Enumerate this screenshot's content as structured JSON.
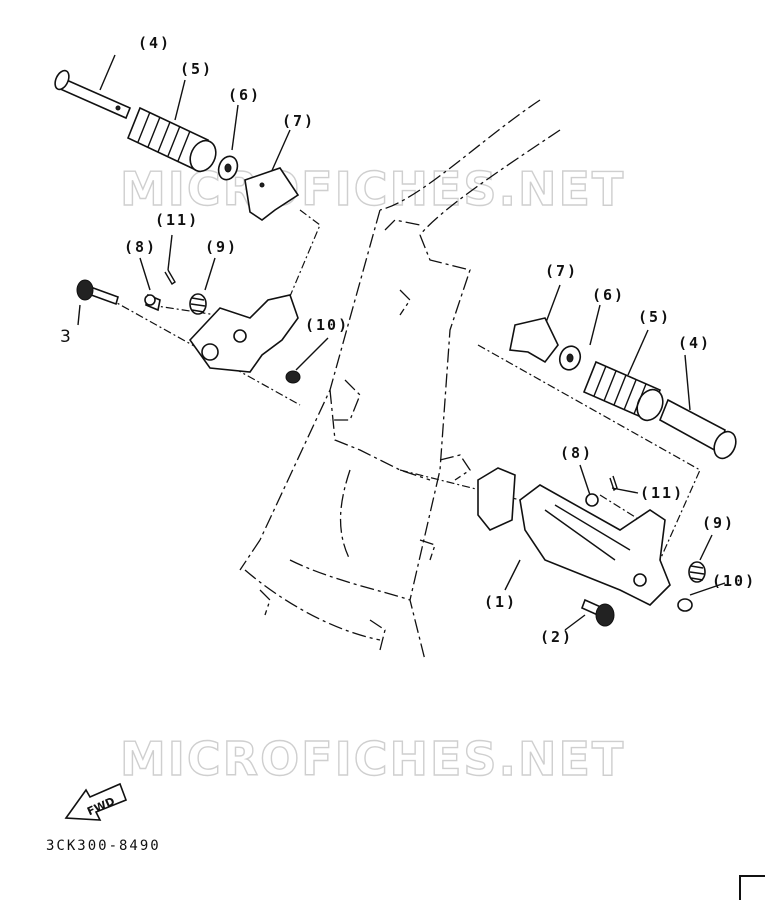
{
  "watermark": "MICROFICHES.NET",
  "diagram_code": "3CK300-8490",
  "fwd_label": "FWD",
  "labels": {
    "l4_top": "(4)",
    "l5_top": "(5)",
    "l6_top": "(6)",
    "l7_top": "(7)",
    "l11_left": "(11)",
    "l8_left": "(8)",
    "l9_left": "(9)",
    "l3": "3",
    "l10_left": "(10)",
    "l7_right": "(7)",
    "l6_right": "(6)",
    "l5_right": "(5)",
    "l4_right": "(4)",
    "l8_right": "(8)",
    "l11_right": "(11)",
    "l9_right": "(9)",
    "l10_right": "(10)",
    "l1": "(1)",
    "l2": "(2)"
  }
}
